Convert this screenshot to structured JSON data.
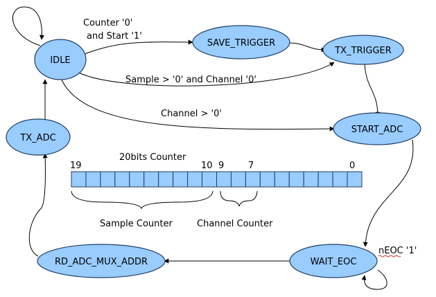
{
  "states": {
    "idle": "IDLE",
    "save_trigger": "SAVE_TRIGGER",
    "tx_trigger": "TX_TRIGGER",
    "start_adc": "START_ADC",
    "wait_eoc": "WAIT_EOC",
    "rd_adc_mux_addr": "RD_ADC_MUX_ADDR",
    "tx_adc": "TX_ADC"
  },
  "transitions": {
    "idle_to_save_line1": "Counter '0'",
    "idle_to_save_line2": "and Start '1'",
    "idle_to_tx_trigger": "Sample > '0' and Channel '0'",
    "idle_to_start_adc": "Channel > '0'",
    "wait_eoc_self": "nEOC '1'"
  },
  "register": {
    "title": "20bits Counter",
    "bit_count": 20,
    "bit_labels": {
      "b19": "19",
      "b10": "10",
      "b9": "9",
      "b7": "7",
      "b0": "0"
    },
    "sample_label": "Sample Counter",
    "channel_label": "Channel Counter"
  },
  "colors": {
    "state_fill": "#99ccff",
    "state_stroke": "#1f3d66"
  }
}
